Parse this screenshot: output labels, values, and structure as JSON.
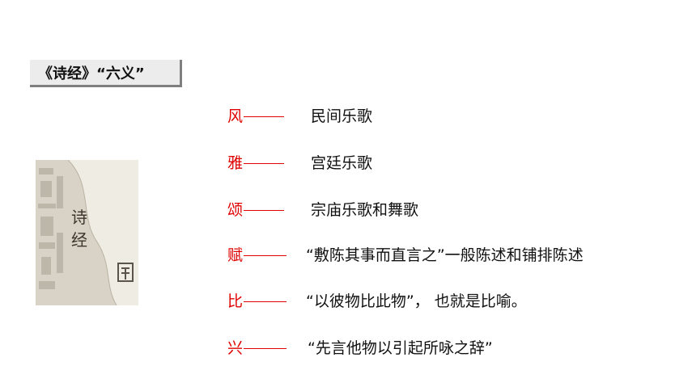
{
  "title": "《诗经》“六义”",
  "cover": {
    "title_char_1": "诗",
    "title_char_2": "经"
  },
  "items": [
    {
      "term": "风",
      "desc": "民间乐歌"
    },
    {
      "term": "雅",
      "desc": "宫廷乐歌"
    },
    {
      "term": "颂",
      "desc": "宗庙乐歌和舞歌"
    },
    {
      "term": "赋",
      "desc": "“敷陈其事而直言之”一般陈述和铺排陈述"
    },
    {
      "term": "比",
      "desc": "“以彼物比此物”， 也就是比喻。"
    },
    {
      "term": "兴",
      "desc": "“先言他物以引起所咏之辞”"
    }
  ],
  "colors": {
    "accent_red": "#e00000",
    "text": "#111111",
    "title_bg": "#ececec",
    "cover_bg": "#d8d3c6"
  }
}
